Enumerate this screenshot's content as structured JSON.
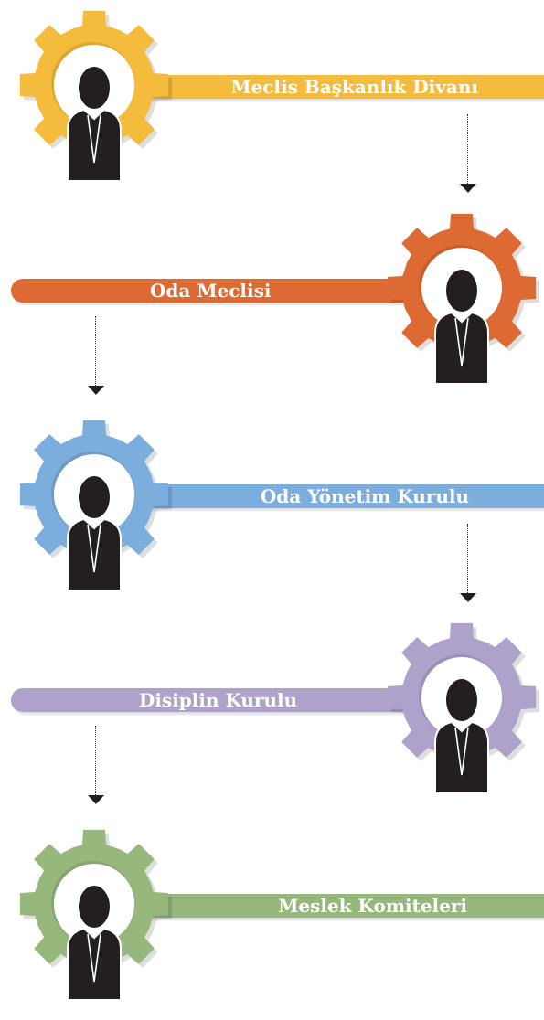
{
  "levels": [
    {
      "label": "Meclis Başkanlık Divanı",
      "color": "#F4BB3C"
    },
    {
      "label": "Oda Meclisi",
      "color": "#DE6A33"
    },
    {
      "label": "Oda Yönetim Kurulu",
      "color": "#7BAEDD"
    },
    {
      "label": "Disiplin Kurulu",
      "color": "#AFA2CA"
    },
    {
      "label": "Meslek Komiteleri",
      "color": "#96B87C"
    }
  ],
  "icons": {
    "gear": "gear-icon",
    "person": "person-icon",
    "arrow": "arrow-down-icon"
  }
}
